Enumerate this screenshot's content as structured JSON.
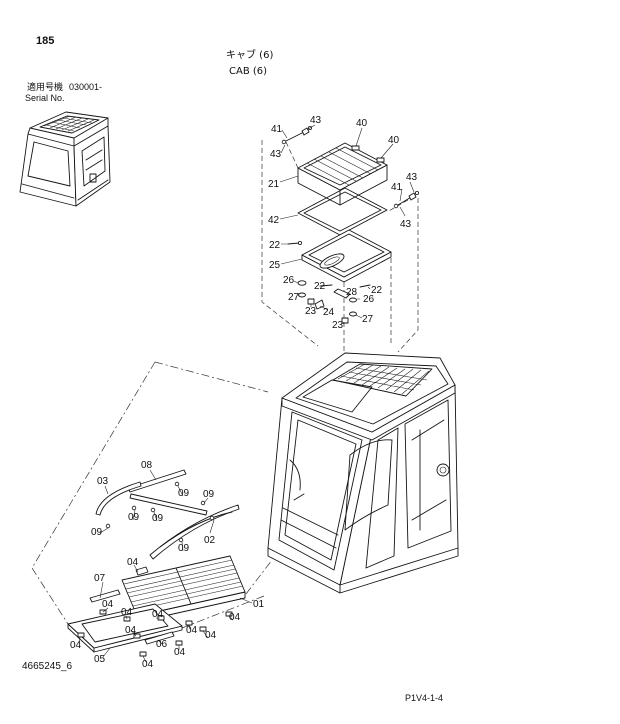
{
  "page": {
    "number": "185",
    "diagram_id": "4665245_6",
    "page_code": "P1V4-1-4"
  },
  "title": {
    "jp": "キャブ (6)",
    "en": "CAB (6)"
  },
  "serial": {
    "label_jp": "適用号機",
    "range": "030001-",
    "label_en": "Serial No."
  },
  "callouts": {
    "top": [
      "41",
      "43",
      "40",
      "40",
      "43",
      "21",
      "43",
      "41",
      "43",
      "42",
      "22",
      "25",
      "26",
      "22",
      "22",
      "28",
      "27",
      "26",
      "23",
      "24",
      "27",
      "23"
    ],
    "bottom": [
      "08",
      "03",
      "09",
      "09",
      "09",
      "09",
      "09",
      "02",
      "09",
      "04",
      "07",
      "04",
      "04",
      "04",
      "01",
      "04",
      "04",
      "04",
      "04",
      "04",
      "06",
      "04",
      "05",
      "04"
    ]
  }
}
